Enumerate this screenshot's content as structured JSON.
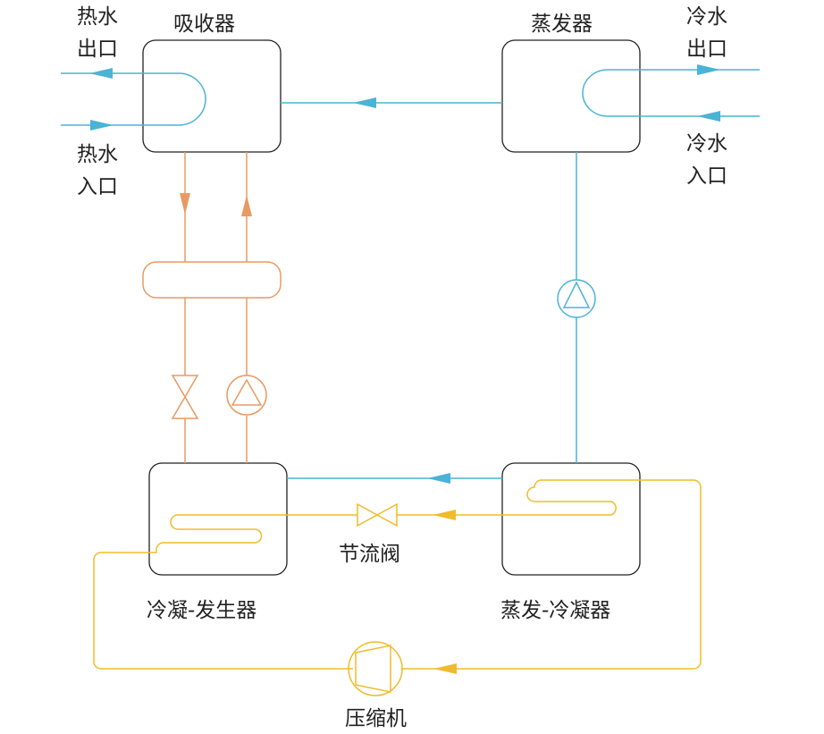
{
  "labels": {
    "absorber": "吸收器",
    "evaporator": "蒸发器",
    "hot_water_out_1": "热水",
    "hot_water_out_2": "出口",
    "hot_water_in_1": "热水",
    "hot_water_in_2": "入口",
    "cold_water_out_1": "冷水",
    "cold_water_out_2": "出口",
    "cold_water_in_1": "冷水",
    "cold_water_in_2": "入口",
    "throttle_valve": "节流阀",
    "condenser_generator": "冷凝-发生器",
    "evaporator_condenser": "蒸发-冷凝器",
    "compressor": "压缩机"
  },
  "colors": {
    "water_line": "#4ab3d6",
    "solution_line": "#e89a62",
    "refrigerant_line": "#f0bb2a",
    "box_border": "#222222"
  }
}
